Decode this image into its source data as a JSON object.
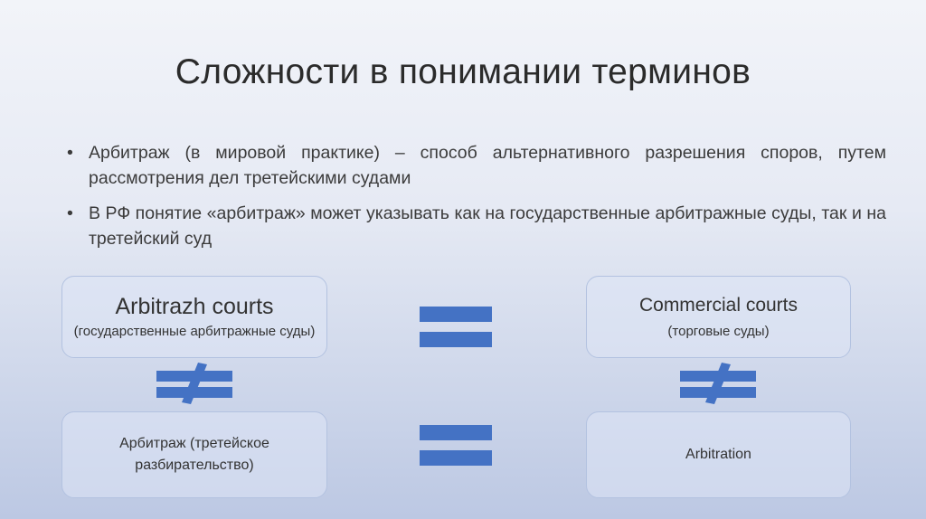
{
  "slide": {
    "title": "Сложности в понимании терминов",
    "bullets": [
      {
        "marker": "•",
        "text": "Арбитраж (в мировой практике) – способ альтернативного разрешения споров, путем рассмотрения дел третейскими судами"
      },
      {
        "marker": "•",
        "text": "В РФ понятие «арбитраж» может указывать как на государственные арбитражные суды, так и на третейский суд"
      }
    ]
  },
  "boxes": {
    "top_left": {
      "main": "Arbitrazh courts",
      "sub": "(государственные арбитражные суды)"
    },
    "top_right": {
      "main": "Commercial  courts",
      "sub": "(торговые суды)"
    },
    "bottom_left": {
      "main": "Арбитраж (третейское разбирательство)"
    },
    "bottom_right": {
      "main": "Arbitration"
    }
  },
  "symbols": {
    "equals_icon": "equals-sign",
    "not_equal_icon": "not-equal-sign",
    "color": "#4472c4"
  }
}
